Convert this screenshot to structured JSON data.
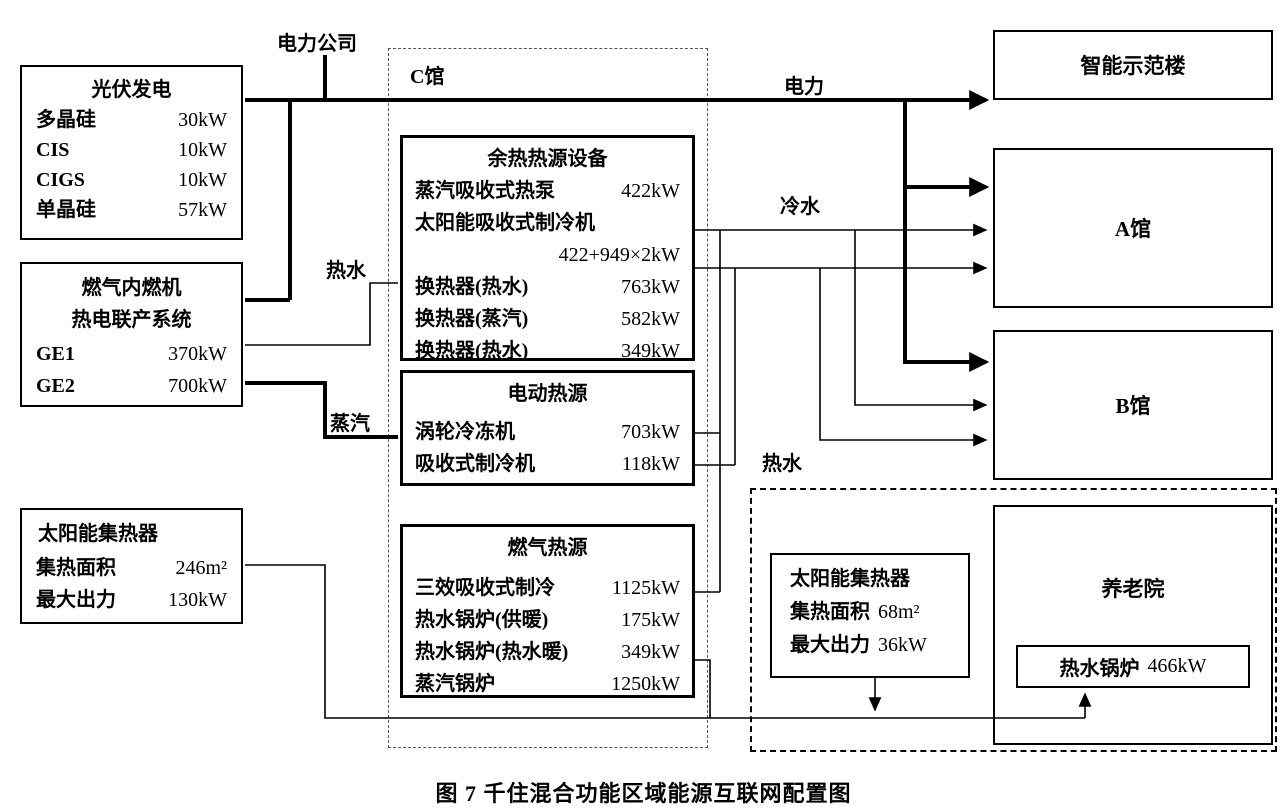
{
  "caption": "图 7  千住混合功能区域能源互联网配置图",
  "colors": {
    "line": "#000000",
    "background": "#ffffff"
  },
  "labels": {
    "power_company": "电力公司",
    "building_c": "C馆",
    "electricity": "电力",
    "cold_water": "冷水",
    "hot_water_left": "热水",
    "steam": "蒸汽",
    "hot_water_right": "热水"
  },
  "boxes": {
    "pv": {
      "title": "光伏发电",
      "rows": [
        {
          "name": "多晶硅",
          "value": "30kW"
        },
        {
          "name": "CIS",
          "value": "10kW"
        },
        {
          "name": "CIGS",
          "value": "10kW"
        },
        {
          "name": "单晶硅",
          "value": "57kW"
        }
      ]
    },
    "chp": {
      "title_line1": "燃气内燃机",
      "title_line2": "热电联产系统",
      "rows": [
        {
          "name": "GE1",
          "value": "370kW"
        },
        {
          "name": "GE2",
          "value": "700kW"
        }
      ]
    },
    "solar_large": {
      "title": "太阳能集热器",
      "rows": [
        {
          "name": "集热面积",
          "value": "246m²"
        },
        {
          "name": "最大出力",
          "value": "130kW"
        }
      ]
    },
    "waste_heat": {
      "title": "余热热源设备",
      "rows": [
        {
          "name": "蒸汽吸收式热泵",
          "value": "422kW"
        },
        {
          "name": "太阳能吸收式制冷机",
          "value": ""
        },
        {
          "name": "",
          "value": "422+949×2kW"
        },
        {
          "name": "换热器(热水)",
          "value": "763kW"
        },
        {
          "name": "换热器(蒸汽)",
          "value": "582kW"
        },
        {
          "name": "换热器(热水)",
          "value": "349kW"
        }
      ]
    },
    "electric_heat": {
      "title": "电动热源",
      "rows": [
        {
          "name": "涡轮冷冻机",
          "value": "703kW"
        },
        {
          "name": "吸收式制冷机",
          "value": "118kW"
        }
      ]
    },
    "gas_heat": {
      "title": "燃气热源",
      "rows": [
        {
          "name": "三效吸收式制冷",
          "value": "1125kW"
        },
        {
          "name": "热水锅炉(供暖)",
          "value": "175kW"
        },
        {
          "name": "热水锅炉(热水暖)",
          "value": "349kW"
        },
        {
          "name": "蒸汽锅炉",
          "value": "1250kW"
        }
      ]
    },
    "smart_building": {
      "title": "智能示范楼"
    },
    "hall_a": {
      "title": "A馆"
    },
    "hall_b": {
      "title": "B馆"
    },
    "nursing_home": {
      "title": "养老院",
      "boiler": {
        "name": "热水锅炉",
        "value": "466kW"
      }
    },
    "solar_small": {
      "title": "太阳能集热器",
      "rows": [
        {
          "name": "集热面积",
          "value": "68m²"
        },
        {
          "name": "最大出力",
          "value": "36kW"
        }
      ]
    }
  }
}
